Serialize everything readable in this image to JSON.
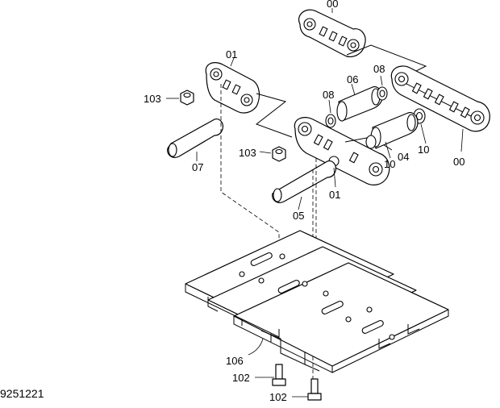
{
  "diagram": {
    "part_labels": {
      "link_top": "00",
      "link_right": "00",
      "link_left": "01",
      "link_center": "01",
      "bushing_right": "04",
      "pin_center": "05",
      "bushing_upper": "06",
      "pin_left": "07",
      "seal_upper": "08",
      "seal_lower": "08",
      "spacer_right": "10",
      "spacer_center": "10",
      "nut_left": "103",
      "nut_center": "103",
      "shoe": "106",
      "bolt_upper": "102",
      "bolt_lower": "102"
    },
    "drawing_code": "9251221"
  }
}
